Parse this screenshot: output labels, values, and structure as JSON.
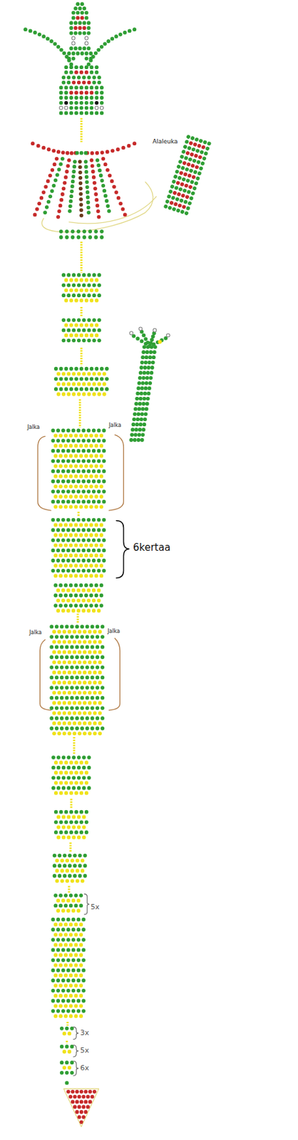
{
  "diagram": {
    "labels": [
      "Alaleuka",
      "Jalka",
      "Jalka",
      "6kertaa",
      "Jalka",
      "Jalka",
      "5x",
      "3x",
      "5x",
      "6x"
    ]
  }
}
